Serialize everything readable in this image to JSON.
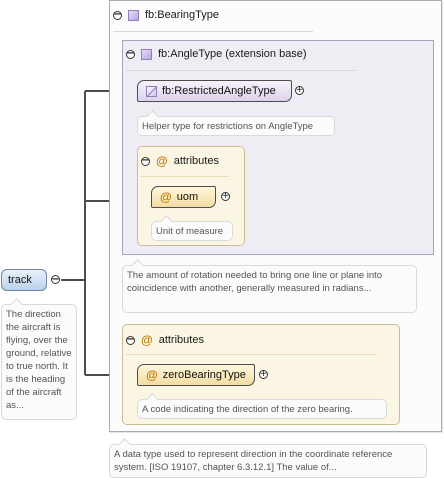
{
  "outer": {
    "title": "fb:BearingType",
    "doc": "A data type used to represent direction in the coordinate reference system. [ISO 19107, chapter 6.3.12.1] The value of..."
  },
  "angle_type": {
    "title": "fb:AngleType (extension base)",
    "restricted": {
      "label": "fb:RestrictedAngleType",
      "doc": "Helper type for restrictions on AngleType"
    },
    "attributes": {
      "title": "attributes",
      "uom": {
        "label": "uom",
        "doc": "Unit of measure"
      }
    }
  },
  "description": "The amount of rotation needed to bring one line or plane into coincidence with another, generally measured in radians...",
  "attributes2": {
    "title": "attributes",
    "zero": {
      "label": "zeroBearingType",
      "doc": "A code indicating the direction of the zero bearing."
    }
  },
  "track": {
    "label": "track",
    "doc": "The direction the aircraft is flying, over the ground, relative to true north. It is the heading of the aircraft as..."
  },
  "icons": {
    "collapse": "minus-circle-icon",
    "expand": "plus-circle-icon",
    "complex_type": "complex-type-icon",
    "simple_type": "simple-type-icon",
    "attribute": "at-sign-icon"
  },
  "colors": {
    "type_fill": "#ddd2ee",
    "attribute_fill": "#f3dca2",
    "element_fill": "#bcd0ea",
    "connector": "#4d4d4d"
  }
}
